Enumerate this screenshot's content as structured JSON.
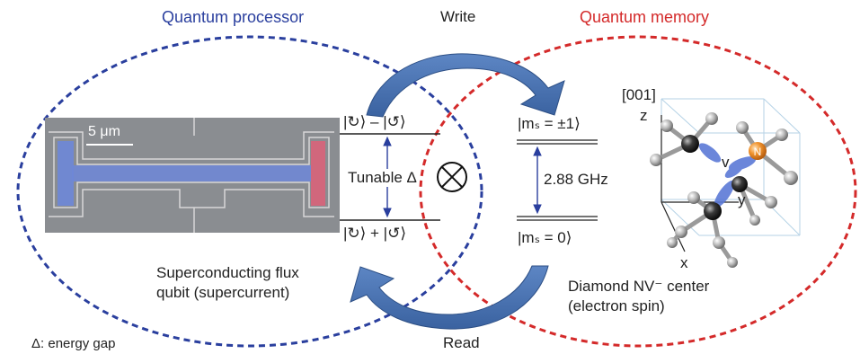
{
  "labels": {
    "processor_title": "Quantum processor",
    "memory_title": "Quantum memory",
    "write": "Write",
    "read": "Read",
    "scale_bar": "5 μm",
    "qubit_state_upper": "|↻⟩ – |↺⟩",
    "qubit_state_lower": "|↻⟩ + |↺⟩",
    "tunable": "Tunable Δ",
    "spin_upper": "|mₛ = ±1⟩",
    "spin_lower": "|mₛ = 0⟩",
    "frequency": "2.88 GHz",
    "qubit_caption_line1": "Superconducting flux",
    "qubit_caption_line2": "qubit (supercurrent)",
    "nv_caption_line1": "Diamond NV⁻ center",
    "nv_caption_line2": "(electron spin)",
    "crystal_direction": "[001]",
    "axis_z": "z",
    "axis_x": "x",
    "axis_y": "y",
    "vacancy": "v",
    "nitrogen": "N",
    "footnote": "Δ: energy gap"
  },
  "colors": {
    "processor": "#2a3f9e",
    "memory": "#d42a2a",
    "arrow": "#4a73b0",
    "qubit_loop": "#6d87d8",
    "junction": "#d8637a",
    "nitrogen": "#f0932e"
  }
}
